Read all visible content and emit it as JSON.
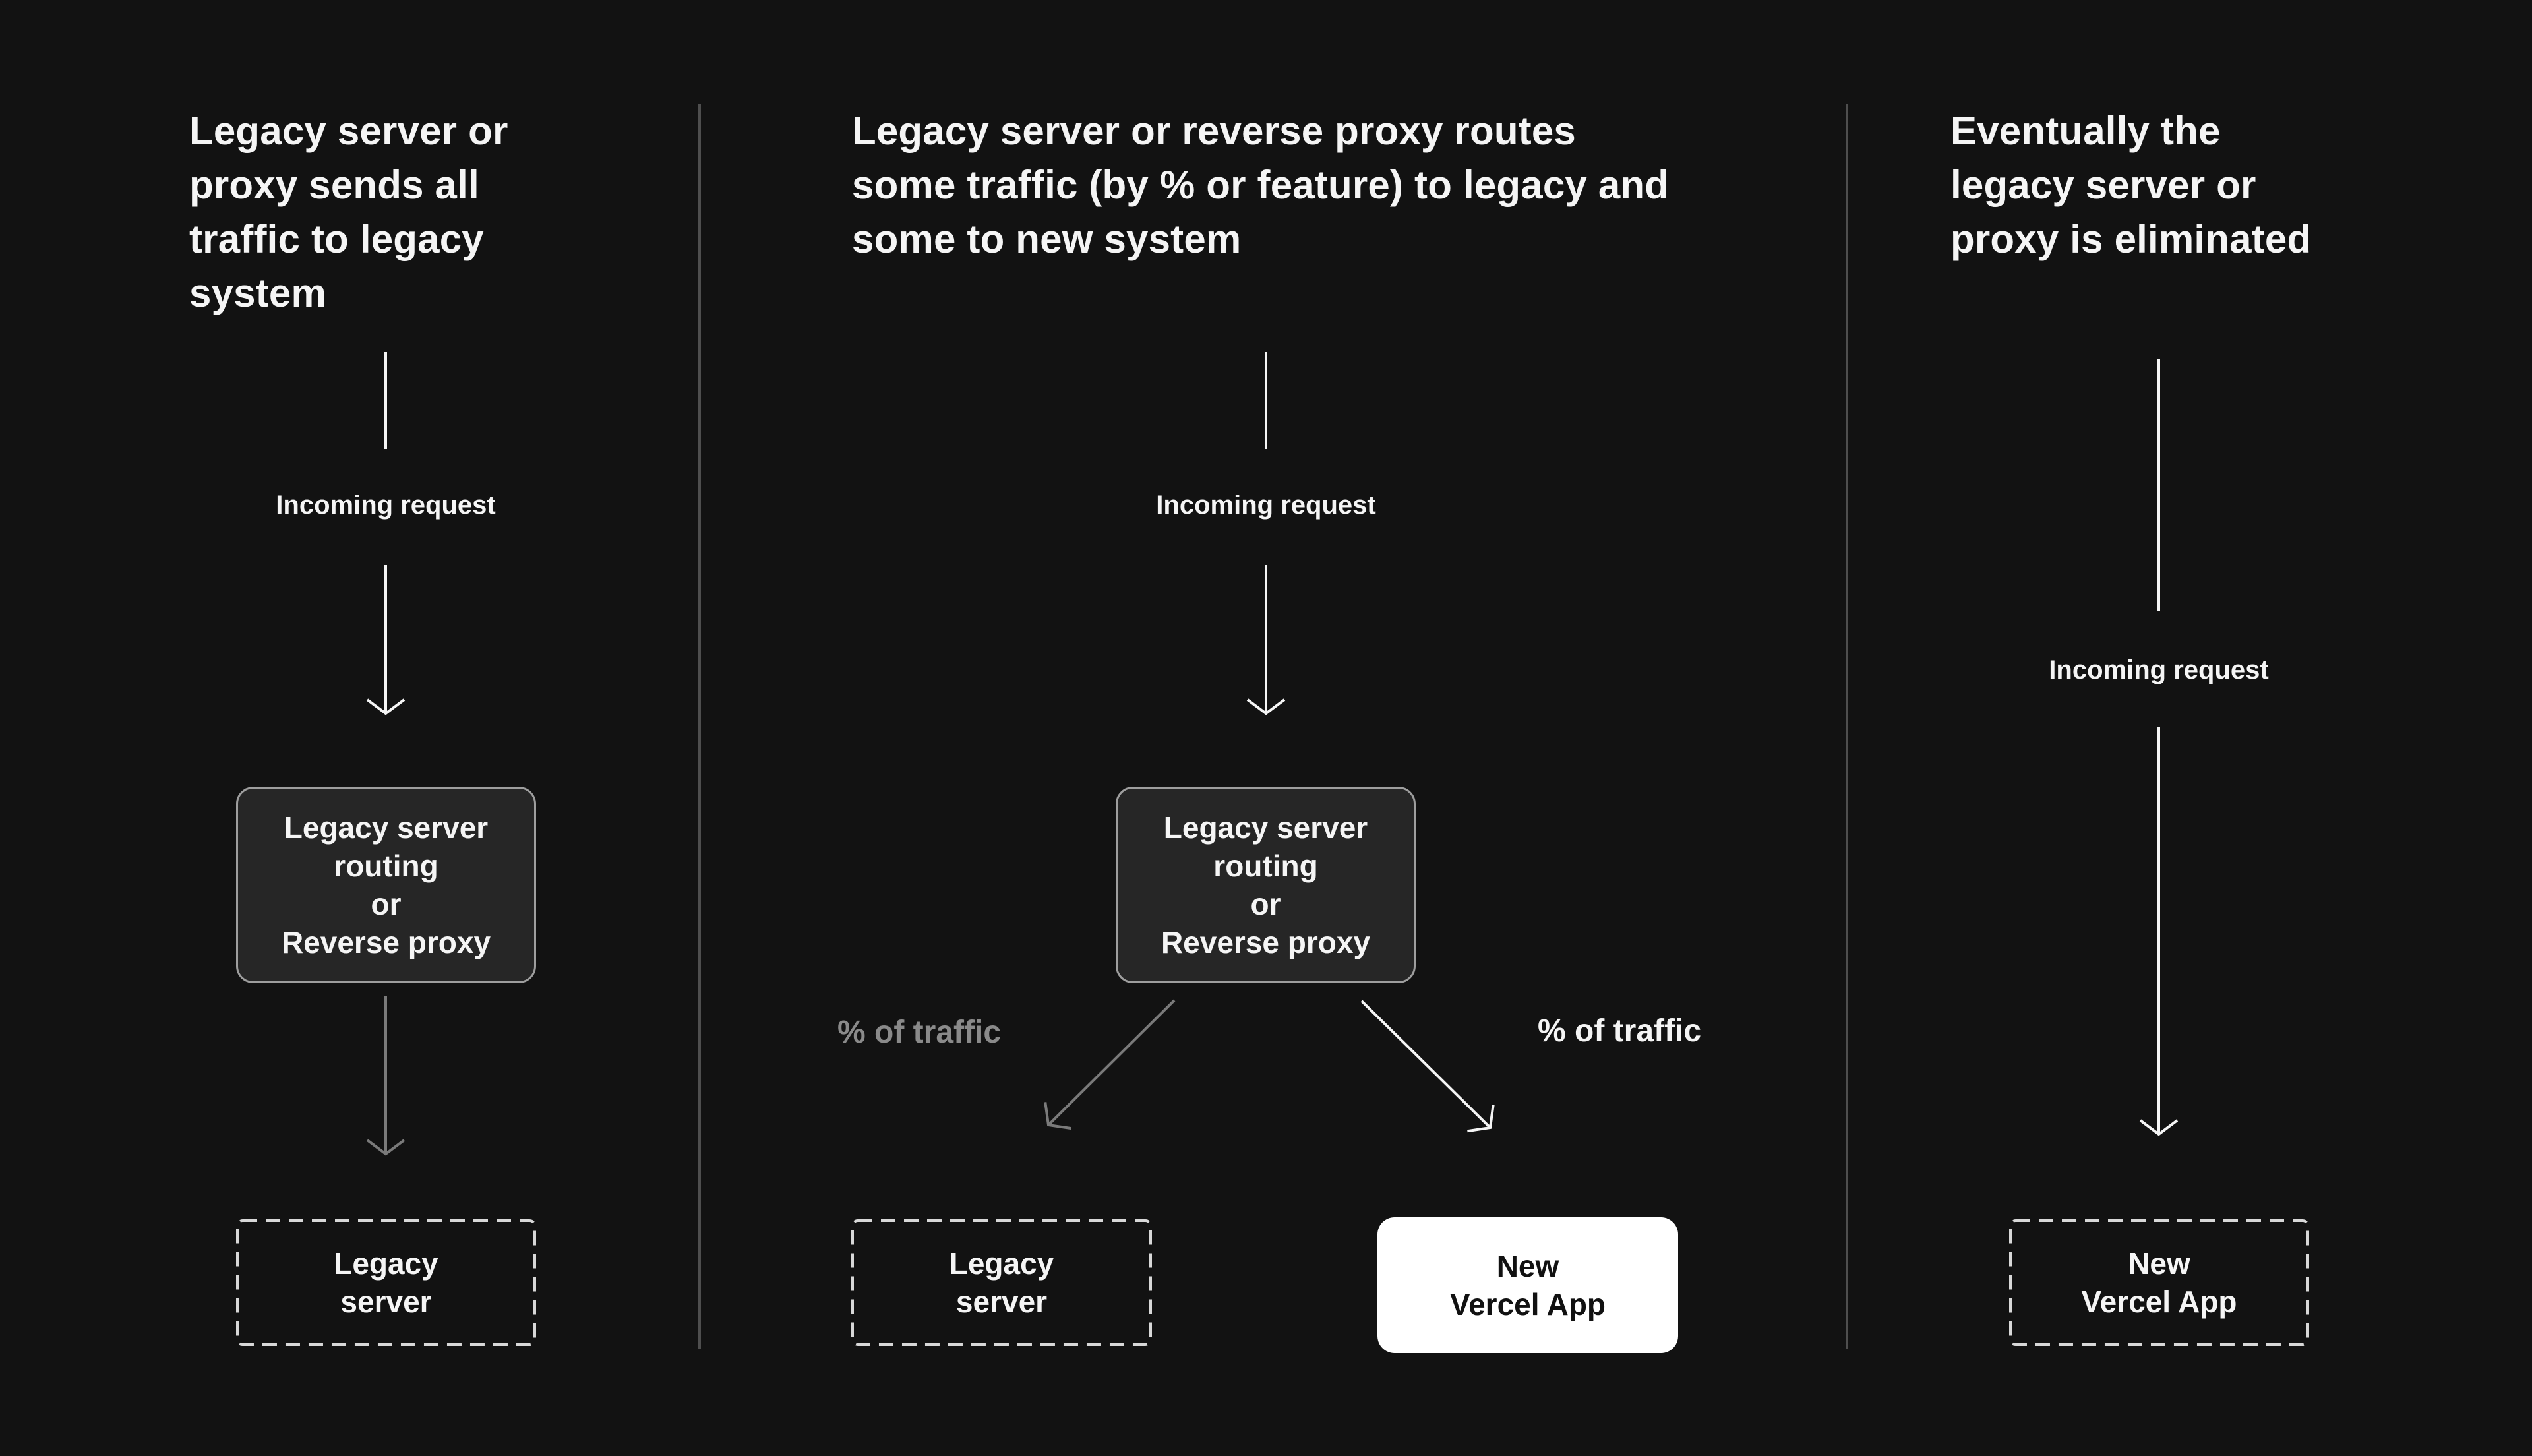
{
  "colors": {
    "background": "#121212",
    "text_primary": "#f5f5f5",
    "router_box_fill": "#262626",
    "router_box_border": "#9e9e9e",
    "dashed_box_border": "#d8d8d8",
    "new_vercel_app_fill": "#ffffff",
    "new_vercel_app_text": "#111111",
    "muted_gray_label": "#8a8a8a",
    "muted_gray_arrow": "#7a7a7a",
    "column_divider": "#4e4e4e",
    "arrow_white": "#f5f5f5"
  },
  "columns": [
    {
      "title": "Legacy server or\nproxy sends all\ntraffic to legacy\nsystem",
      "incoming_label": "Incoming request",
      "router_box": {
        "lines": [
          "Legacy server",
          "routing",
          "or",
          "Reverse proxy"
        ]
      },
      "legacy_box": {
        "lines": [
          "Legacy",
          "server"
        ]
      }
    },
    {
      "title": "Legacy server or reverse proxy routes\nsome traffic (by % or feature) to legacy and\nsome to new system",
      "incoming_label": "Incoming request",
      "router_box": {
        "lines": [
          "Legacy server",
          "routing",
          "or",
          "Reverse proxy"
        ]
      },
      "traffic_left_label": "% of traffic",
      "traffic_right_label": "% of traffic",
      "legacy_box": {
        "lines": [
          "Legacy",
          "server"
        ]
      },
      "vercel_box": {
        "lines": [
          "New",
          "Vercel App"
        ]
      }
    },
    {
      "title": "Eventually the\nlegacy server or\nproxy is eliminated",
      "incoming_label": "Incoming request",
      "vercel_box": {
        "lines": [
          "New",
          "Vercel App"
        ]
      }
    }
  ]
}
